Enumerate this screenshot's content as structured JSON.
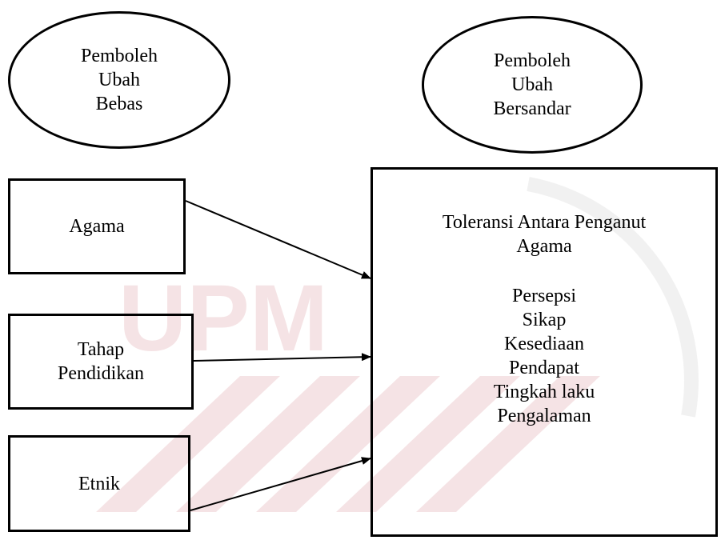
{
  "independent_variable_label": [
    "Pemboleh",
    "Ubah",
    "Bebas"
  ],
  "dependent_variable_label": [
    "Pemboleh",
    "Ubah",
    "Bersandar"
  ],
  "inputs": [
    {
      "lines": [
        "Agama"
      ]
    },
    {
      "lines": [
        "Tahap",
        "Pendidikan"
      ]
    },
    {
      "lines": [
        "Etnik"
      ]
    }
  ],
  "outcome": {
    "title_lines": [
      "Toleransi Antara Penganut",
      "Agama"
    ],
    "dimensions": [
      "Persepsi",
      "Sikap",
      "Kesediaan",
      "Pendapat",
      "Tingkah laku",
      "Pengalaman"
    ]
  },
  "watermark": {
    "text": "UPM",
    "color": "#b3262f"
  }
}
